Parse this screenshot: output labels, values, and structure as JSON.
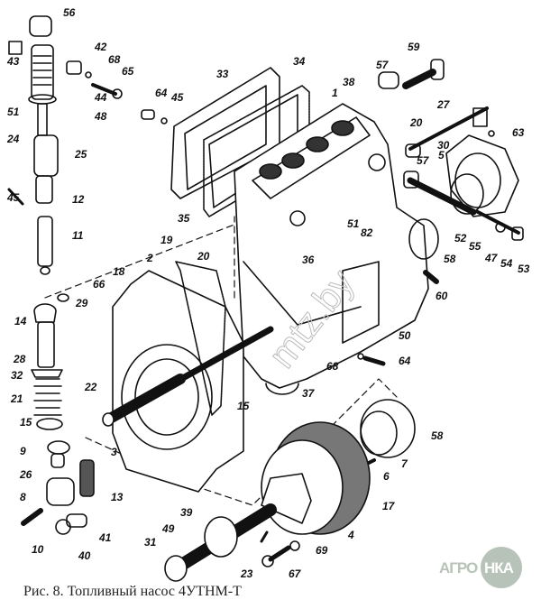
{
  "figure": {
    "caption": "Рис. 8. Топливный насос 4УТНМ-Т",
    "title": "Топливный насос 4УТНМ-Т",
    "figure_number": "8"
  },
  "watermark": {
    "logo_left": "АГРО",
    "logo_right": "НКА",
    "logo_color": "#b7c2b8"
  },
  "part_labels": [
    "56",
    "43",
    "42",
    "68",
    "65",
    "44",
    "51",
    "48",
    "24",
    "25",
    "45",
    "12",
    "11",
    "33",
    "34",
    "64",
    "45",
    "1",
    "38",
    "57",
    "59",
    "20",
    "27",
    "63",
    "30",
    "57",
    "5",
    "35",
    "19",
    "20",
    "36",
    "51",
    "82",
    "52",
    "55",
    "47",
    "54",
    "53",
    "58",
    "60",
    "29",
    "66",
    "18",
    "2",
    "14",
    "28",
    "32",
    "21",
    "22",
    "15",
    "37",
    "50",
    "68",
    "64",
    "3",
    "15",
    "9",
    "26",
    "8",
    "13",
    "10",
    "41",
    "40",
    "7",
    "58",
    "6",
    "17",
    "4",
    "39",
    "49",
    "31",
    "23",
    "67",
    "69"
  ],
  "colors": {
    "ink": "#111111",
    "paper": "#ffffff"
  }
}
